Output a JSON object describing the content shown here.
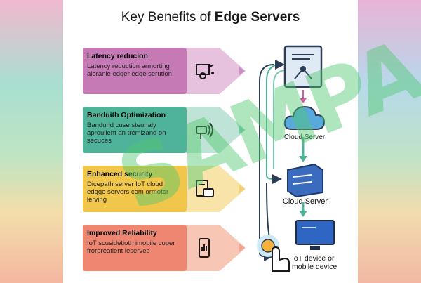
{
  "title": {
    "prefix": "Key Benefits of ",
    "bold": "Edge Servers"
  },
  "benefits": [
    {
      "heading": "Latency reducion",
      "desc": "Latency reduction armorting aloranle edger edge serution",
      "icon": "network-icon",
      "color": "#c57ab6",
      "band": "#e6c2de",
      "chev": "#c98fc3"
    },
    {
      "heading": "Banduith Optimization",
      "desc": "Bandurid cuse steurialy aproullent an tremizand on secuces",
      "icon": "signal-hand-icon",
      "color": "#4fb39a",
      "band": "#bfe3d6",
      "chev": "#7cc8b0"
    },
    {
      "heading": "Enhanced security",
      "desc": "Dicepath server IoT cloud edgge servers com ormotor lerving",
      "icon": "secure-document-icon",
      "color": "#f0c64b",
      "band": "#f8e3a8",
      "chev": "#f1cf77"
    },
    {
      "heading": "Improved Reliability",
      "desc": "IoT scusidetioth imobile coper frorpreatient leserves",
      "icon": "phone-icon",
      "color": "#ee8672",
      "band": "#f7c6b5",
      "chev": "#f0a492"
    }
  ],
  "right": {
    "cloud1": "Cloud Server",
    "cloud2": "Cloud Server",
    "device": "IoT device or mobile device"
  },
  "watermark": "SAMPA"
}
